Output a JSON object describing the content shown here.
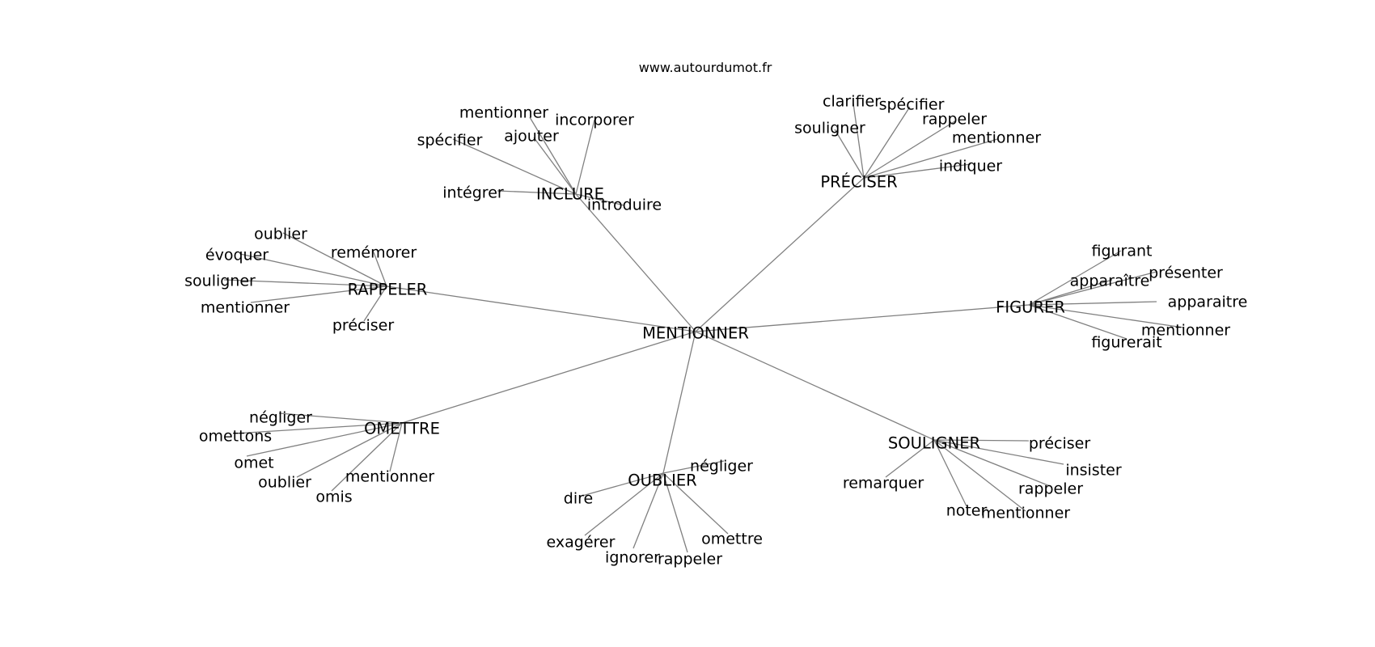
{
  "header": {
    "site": "www.autourdumot.fr"
  },
  "center": "MENTIONNER",
  "clusters": [
    {
      "label": "INCLURE",
      "children": [
        "mentionner",
        "incorporer",
        "ajouter",
        "spécifier",
        "intégrer",
        "introduire"
      ]
    },
    {
      "label": "PRÉCISER",
      "children": [
        "clarifier",
        "spécifier",
        "souligner",
        "rappeler",
        "mentionner",
        "indiquer"
      ]
    },
    {
      "label": "RAPPELER",
      "children": [
        "oublier",
        "remémorer",
        "évoquer",
        "souligner",
        "mentionner",
        "préciser"
      ]
    },
    {
      "label": "FIGURER",
      "children": [
        "figurant",
        "présenter",
        "apparaître",
        "apparaitre",
        "mentionner",
        "figurerait"
      ]
    },
    {
      "label": "OMETTRE",
      "children": [
        "négliger",
        "omettons",
        "omet",
        "oublier",
        "omis",
        "mentionner"
      ]
    },
    {
      "label": "OUBLIER",
      "children": [
        "négliger",
        "dire",
        "exagérer",
        "ignorer",
        "rappeler",
        "omettre"
      ]
    },
    {
      "label": "SOULIGNER",
      "children": [
        "préciser",
        "insister",
        "remarquer",
        "rappeler",
        "noter",
        "mentionner"
      ]
    }
  ]
}
